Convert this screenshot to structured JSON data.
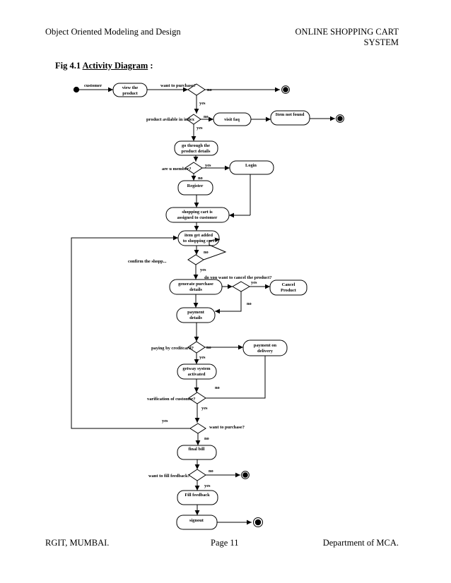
{
  "header": {
    "left": "Object Oriented Modeling and Design",
    "right_line1": "ONLINE SHOPPING CART",
    "right_line2": "SYSTEM"
  },
  "figure": {
    "number": "Fig 4.1",
    "title": "Activity Diagram",
    "suffix": " :"
  },
  "diagram": {
    "lbl_customer": "customer",
    "act_view1": "view the",
    "act_view2": "product",
    "lbl_want_purchase1": "want to purchase?",
    "lbl_no1": "no",
    "lbl_yes1": "yes",
    "lbl_product_avail": "product avilable in index",
    "lbl_no2": "no",
    "act_visit_faq": "visit faq",
    "act_item_not_found": "Item not found",
    "lbl_yes2": "yes",
    "act_go1": "go through the",
    "act_go2": "product details",
    "lbl_are_member": "are u member?",
    "lbl_yes3": "yes",
    "act_login": "Login",
    "lbl_no3": "no",
    "act_register": "Register",
    "act_cart1": "shopping cart is",
    "act_cart2": "assigned to customer",
    "act_item1": "item get added",
    "act_item2": "to shopping cart",
    "lbl_no4": "no",
    "lbl_confirm": "confirm the shopp...",
    "lbl_yes4": "yes",
    "lbl_cancel_q": "do you want to cancel the product?",
    "act_gen1": "generate purchase",
    "act_gen2": "details",
    "lbl_yes5": "yes",
    "act_cancel1": "Cancel",
    "act_cancel2": "Product",
    "lbl_no5": "no",
    "act_pay1": "payment",
    "act_pay2": "details",
    "lbl_paying_credit": "paying by creditcard?",
    "lbl_no6": "no",
    "act_pod1": "payment on",
    "act_pod2": "delivery",
    "lbl_yes6": "yes",
    "act_gw1": "getway system",
    "act_gw2": "activated",
    "lbl_no7": "no",
    "lbl_verif": "varification of customer?",
    "lbl_yes7": "yes",
    "lbl_yes8": "yes",
    "lbl_want_purchase2": "want to purchase?",
    "lbl_no8": "no",
    "act_final_bill": "final bill",
    "lbl_no9": "no",
    "lbl_feedback_q": "want to fill feedback?",
    "lbl_yes9": "yes",
    "act_fill_feedback": "Fill feedback",
    "act_signout": "signout"
  },
  "footer": {
    "left": "RGIT, MUMBAI.",
    "middle": "Page 11",
    "right": "Department of MCA."
  }
}
